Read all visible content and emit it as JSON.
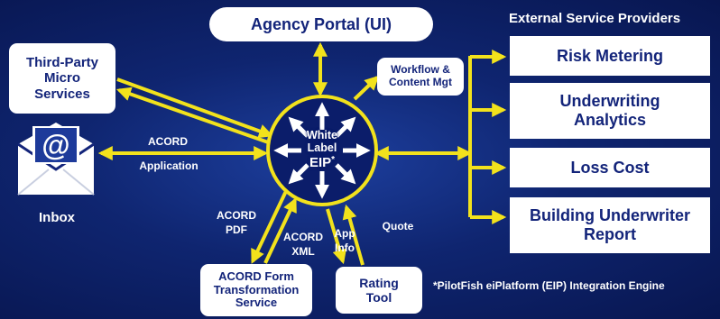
{
  "portal": {
    "label": "Agency Portal (UI)"
  },
  "third_party": {
    "label": "Third-Party Micro Services"
  },
  "workflow": {
    "label": "Workflow & Content Mgt"
  },
  "center": {
    "line1": "White",
    "line2": "Label",
    "line3": "EIP",
    "mark": "*"
  },
  "inbox": {
    "label": "Inbox",
    "icon": "at-envelope-icon"
  },
  "acord_link": {
    "top": "ACORD",
    "bottom": "Application"
  },
  "external": {
    "heading": "External Service Providers",
    "items": [
      "Risk Metering",
      "Underwriting Analytics",
      "Loss Cost",
      "Building Underwriter Report"
    ]
  },
  "flows": {
    "acord_pdf": "ACORD PDF",
    "acord_xml": "ACORD XML",
    "app_info": "App Info",
    "quote": "Quote"
  },
  "acord_form": {
    "label": "ACORD Form Transformation Service"
  },
  "rating": {
    "label": "Rating Tool"
  },
  "footnote": "*PilotFish eiPlatform (EIP) Integration Engine",
  "colors": {
    "accent": "#f2e21c",
    "box_text": "#13247a",
    "background": "#0f2570"
  }
}
